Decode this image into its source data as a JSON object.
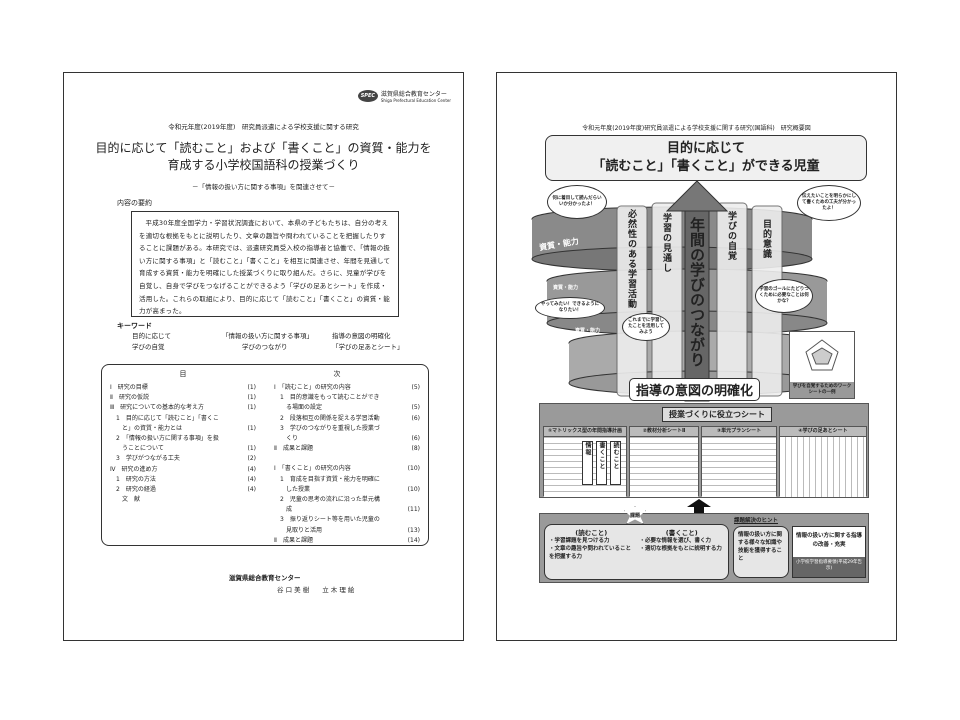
{
  "left_page": {
    "logo": {
      "mark": "SPEC",
      "name": "滋賀県総合教育センター",
      "name_en": "Shiga Prefectural Education Center"
    },
    "header": "令和元年度(2019年度)　研究員派遣による学校支援に関する研究",
    "title_line1": "目的に応じて「読むこと」および「書くこと」の資質・能力を",
    "title_line2": "育成する小学校国語科の授業づくり",
    "subtitle": "－「情報の扱い方に関する事項」を関連させて－",
    "summary_heading": "内容の要約",
    "summary": "平成30年度全国学力・学習状況調査において、本県の子どもたちは、自分の考えを適切な根拠をもとに説明したり、文章の趣旨や問われていることを把握したりすることに課題がある。本研究では、派遣研究員受入校の指導者と協働で、「情報の扱い方に関する事項」と「読むこと」「書くこと」を相互に関連させ、年間を見通して育成する資質・能力を明確にした授業づくりに取り組んだ。さらに、児童が学びを自覚し、自身で学びをつなげることができるよう「学びの足あとシート」を作成・活用した。これらの取組により、目的に応じて「読むこと」「書くこと」の資質・能力が高まった。",
    "keywords_heading": "キーワード",
    "keywords": [
      "目的に応じて",
      "「情報の扱い方に関する事項」",
      "指導の意図の明確化",
      "学びの自覚",
      "学びのつながり",
      "「学びの足あとシート」"
    ],
    "toc_heading": "目　次",
    "toc_left": [
      {
        "t": "Ⅰ　研究の目標",
        "p": "(1)"
      },
      {
        "t": "Ⅱ　研究の仮説",
        "p": "(1)"
      },
      {
        "t": "Ⅲ　研究についての基本的な考え方",
        "p": "(1)"
      },
      {
        "t": "　1　目的に応じて「読むこと」「書くこ",
        "p": ""
      },
      {
        "t": "　　と」の資質・能力とは",
        "p": "(1)"
      },
      {
        "t": "　2　「情報の扱い方に関する事項」を扱",
        "p": ""
      },
      {
        "t": "　　うことについて",
        "p": "(1)"
      },
      {
        "t": "　3　学びがつながる工夫",
        "p": "(2)"
      },
      {
        "t": "Ⅳ　研究の進め方",
        "p": "(4)"
      },
      {
        "t": "　1　研究の方法",
        "p": "(4)"
      },
      {
        "t": "　2　研究の経過",
        "p": "(4)"
      },
      {
        "t": "　　文　献",
        "p": ""
      }
    ],
    "toc_right_a": [
      {
        "t": "Ⅰ　「読むこと」の研究の内容",
        "p": "(5)"
      },
      {
        "t": "　1　目的意識をもって読むことができ",
        "p": ""
      },
      {
        "t": "　　る場面の設定",
        "p": "(5)"
      },
      {
        "t": "　2　段落相互の関係を捉える学習活動",
        "p": "(6)"
      },
      {
        "t": "　3　学びのつながりを重視した授業づ",
        "p": ""
      },
      {
        "t": "　　くり",
        "p": "(6)"
      },
      {
        "t": "Ⅱ　成果と課題",
        "p": "(8)"
      }
    ],
    "toc_right_b": [
      {
        "t": "Ⅰ　「書くこと」の研究の内容",
        "p": "(10)"
      },
      {
        "t": "　1　育成を目指す資質・能力を明確に",
        "p": ""
      },
      {
        "t": "　　した授業",
        "p": "(10)"
      },
      {
        "t": "　2　児童の思考の流れに沿った単元構",
        "p": ""
      },
      {
        "t": "　　成",
        "p": "(11)"
      },
      {
        "t": "　3　振り返りシート等を用いた児童の",
        "p": ""
      },
      {
        "t": "　　見取りと活用",
        "p": "(13)"
      },
      {
        "t": "Ⅱ　成果と課題",
        "p": "(14)"
      }
    ],
    "organization": "滋賀県総合教育センター",
    "authors": "谷 口 美 樹　　立 木 理 絵"
  },
  "right_page": {
    "header": "令和元年度(2019年度)研究員派遣による学校支援に関する研究(国語科)　研究概要図",
    "banner_line1": "目的に応じて",
    "banner_line2": "「読むこと」「書くこと」ができる児童",
    "cloud_left_top": "何に着目して読んだらいいか分かったよ！",
    "cloud_right_top": "伝えたいことを明らかにして書くための工夫が分かったよ！",
    "cloud_right_mid": "学習のゴールにたどりつくために必要なことは何かな？",
    "cloud_left_mid": "やってみたい！できるようになりたい！",
    "cloud_center": "これまでに学習したことを活用してみよう",
    "band_label": "資質・能力",
    "pillars": [
      "必然性のある学習活動",
      "学習の見通し",
      "学びの自覚",
      "目的意識"
    ],
    "center_column": "年間の学びのつながり",
    "intent": "指導の意図の明確化",
    "worksheet_caption": "学びを自覚するためのワークシートの一例",
    "sheets_title": "授業づくりに役立つシート",
    "sheets": [
      "①マトリックス型の年間指導計画",
      "②教材分析シートⅡ",
      "③単元プランシート",
      "④学びの足あとシート"
    ],
    "matrix_labels": [
      "情報",
      "書くこと",
      "読むこと"
    ],
    "issue_badge": "課題",
    "reading_heading": "(読むこと)",
    "reading_items": [
      "・学習課題を見つける力",
      "・文章の趣旨や問われていることを把握する力"
    ],
    "writing_heading": "(書くこと)",
    "writing_items": [
      "・必要な情報を選び、書く力",
      "・適切な根拠をもとに説明する力"
    ],
    "hint_heading": "課題解決のヒント",
    "hint_text": "情報の扱い方に関する様々な知識や技能を獲得すること",
    "improvement": "情報の扱い方に関する指導の改善・充実",
    "guideline": "小学校学習指導要領(平成29年告示)"
  }
}
